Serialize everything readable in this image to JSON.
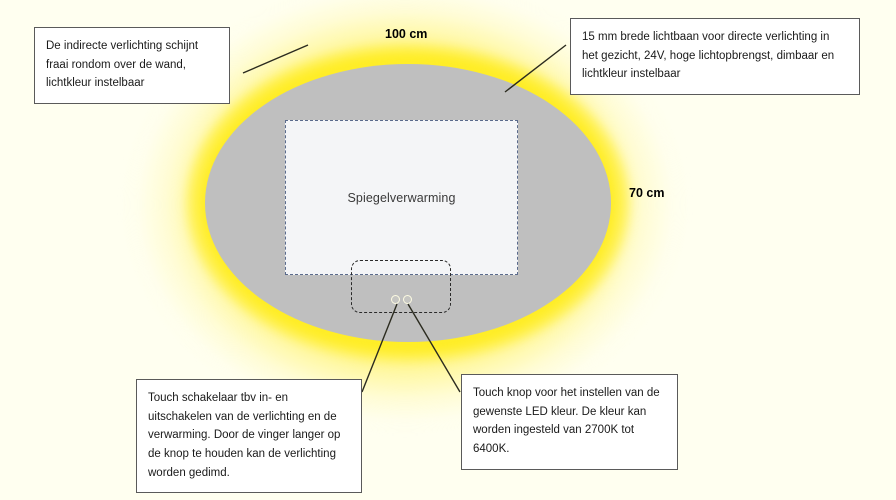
{
  "diagram": {
    "title_label": "Spiegelverwarming",
    "dimensions": {
      "width_label": "100 cm",
      "height_label": "70 cm"
    },
    "colors": {
      "background": "#fffff0",
      "mirror_fill": "#bfbfbf",
      "glow": "#ffed28",
      "panel_fill": "#f4f5f7",
      "panel_border": "#5b6b8c",
      "callout_border": "#5a5a5a",
      "leader_line": "#2b2b1f"
    },
    "callouts": [
      {
        "id": "indirect-lighting",
        "text": "De indirecte verlichting schijnt fraai rondom over de wand, lichtkleur instelbaar"
      },
      {
        "id": "light-strip",
        "text": "15 mm brede lichtbaan voor directe verlichting in het gezicht, 24V, hoge lichtopbrengst, dimbaar en lichtkleur instelbaar"
      },
      {
        "id": "touch-switch",
        "text": "Touch schakelaar tbv in- en uitschakelen van de verlichting en de verwarming. Door de vinger langer op de knop te houden kan de verlichting worden gedimd."
      },
      {
        "id": "led-colour-button",
        "text": "Touch knop voor het instellen van de gewenste LED kleur. De kleur kan worden ingesteld van 2700K tot 6400K."
      }
    ],
    "touch_buttons": {
      "count": 2,
      "name": "touch-button"
    }
  }
}
